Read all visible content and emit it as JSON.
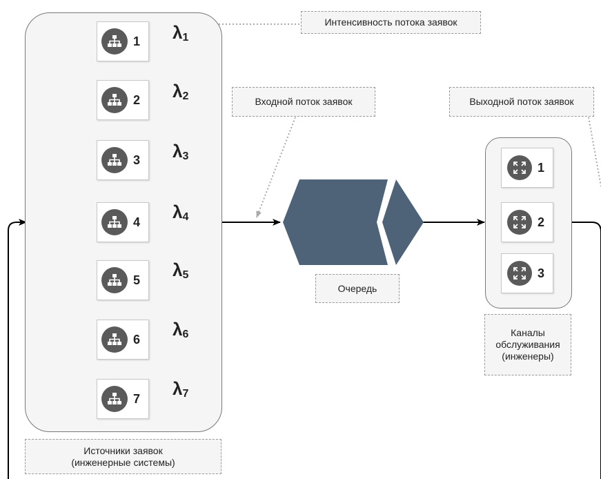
{
  "sources": {
    "caption_line1": "Источники заявок",
    "caption_line2": "(инженерные системы)",
    "nodes": [
      {
        "num": "1",
        "lambda": "λ",
        "sub": "1"
      },
      {
        "num": "2",
        "lambda": "λ",
        "sub": "2"
      },
      {
        "num": "3",
        "lambda": "λ",
        "sub": "3"
      },
      {
        "num": "4",
        "lambda": "λ",
        "sub": "4"
      },
      {
        "num": "5",
        "lambda": "λ",
        "sub": "5"
      },
      {
        "num": "6",
        "lambda": "λ",
        "sub": "6"
      },
      {
        "num": "7",
        "lambda": "λ",
        "sub": "7"
      }
    ]
  },
  "notes": {
    "intensity": "Интенсивность потока заявок",
    "input_flow": "Входной поток заявок",
    "output_flow": "Выходной поток заявок",
    "queue": "Очередь"
  },
  "channels": {
    "caption_line1": "Каналы",
    "caption_line2": "обслуживания",
    "caption_line3": "(инженеры)",
    "nodes": [
      {
        "num": "1"
      },
      {
        "num": "2"
      },
      {
        "num": "3"
      }
    ]
  },
  "colors": {
    "queue": "#4f6378",
    "icon": "#5a5a5a",
    "connector": "#9a9a9a",
    "flow": "#000000",
    "note_line": "#aaaaaa"
  },
  "icons": {
    "source": "sitemap-icon",
    "channel": "expand-arrows-icon"
  }
}
